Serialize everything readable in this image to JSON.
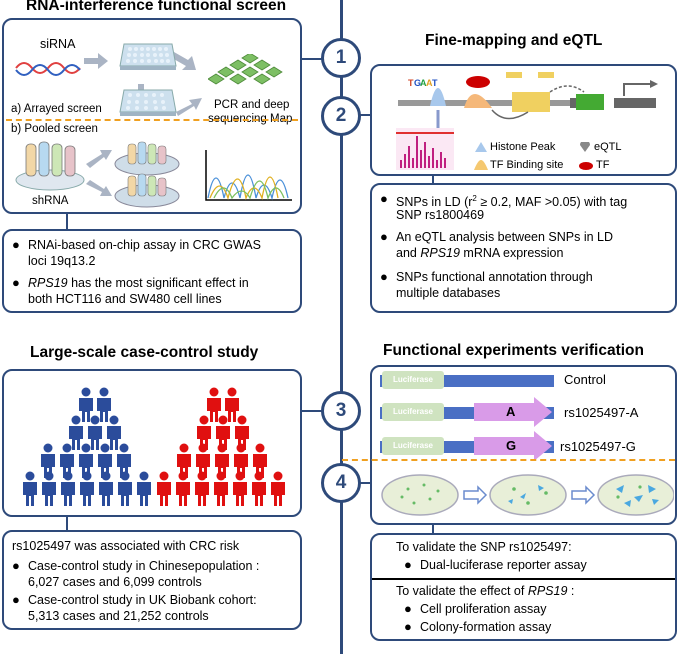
{
  "sections": {
    "rnai": {
      "title": "RNA-interference functional screen",
      "labels": {
        "sirna": "siRNA",
        "arrayed": "a) Arrayed screen",
        "pooled": "b) Pooled screen",
        "pcr_line1": "PCR and deep",
        "pcr_line2": "sequencing Map",
        "shrna": "shRNA"
      },
      "bullets": [
        {
          "line1": "RNAi-based on-chip assay in CRC GWAS",
          "line2": "loci 19q13.2"
        },
        {
          "italic": "RPS19",
          "line1_rest": " has the most significant effect in",
          "line2": "both HCT116 and SW480 cell lines"
        }
      ]
    },
    "finemap": {
      "title": "Fine-mapping and eQTL",
      "legend": {
        "histone": "Histone Peak",
        "eqtl": "eQTL",
        "tfbs": "TF Binding site",
        "tf": "TF"
      },
      "bullets": [
        {
          "pre": "SNPs in LD (r",
          "sup": "2",
          "post": " ≥ 0.2, MAF >0.05) with tag",
          "line2": "SNP rs1800469"
        },
        {
          "line1": "An eQTL analysis between SNPs in LD",
          "line2_pre": "and ",
          "line2_italic": "RPS19",
          "line2_post": " mRNA expression"
        },
        {
          "line1": "SNPs functional annotation through",
          "line2": "multiple databases"
        }
      ]
    },
    "casecontrol": {
      "title": "Large-scale case-control study",
      "header": "rs1025497 was associated with CRC risk",
      "bullets": [
        {
          "line1": "Case-control study in Chinesepopulation :",
          "line2": "6,027 cases and 6,099 controls"
        },
        {
          "line1": "Case-control study in UK Biobank cohort:",
          "line2": "5,313 cases and 21,252 controls"
        }
      ]
    },
    "functional": {
      "title": "Functional experiments verification",
      "constructs": [
        {
          "box": "Luciferase",
          "allele": "",
          "label": "Control"
        },
        {
          "box": "Luciferase",
          "allele": "A",
          "label": "rs1025497-A"
        },
        {
          "box": "Luciferase",
          "allele": "G",
          "label": "rs1025497-G"
        }
      ],
      "validate_snp": "To validate the SNP rs1025497:",
      "validate_snp_bullet": "Dual-luciferase reporter assay",
      "validate_gene_pre": "To validate the effect of ",
      "validate_gene_italic": "RPS19",
      "validate_gene_post": " :",
      "gene_bullets": [
        "Cell proliferation assay",
        "Colony-formation assay"
      ]
    }
  },
  "steps": [
    "1",
    "2",
    "3",
    "4"
  ],
  "colors": {
    "frame": "#2e4a7a",
    "blue_people": "#2b4c9b",
    "red_people": "#e01010",
    "dashed": "#f0a020",
    "construct_bar": "#4a6fc4",
    "luciferase": "#cfe3c0",
    "allele_arrow": "#d99be8"
  }
}
